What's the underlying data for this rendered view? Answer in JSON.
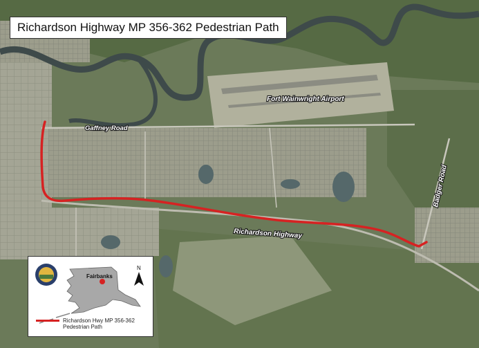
{
  "title": "Richardson Highway MP 356-362 Pedestrian Path",
  "labels": {
    "airport": "Fort Wainwright Airport",
    "gaffney": "Gaffney Road",
    "richardson": "Richardson Highway",
    "badger": "Badger Road"
  },
  "inset": {
    "city_label": "Fairbanks",
    "north_letter": "N",
    "legend_label_line1": "Richardson Hwy MP 356-362",
    "legend_label_line2": "Pedestrian Path"
  },
  "colors": {
    "path": "#d62222",
    "river": "#3e4a4a",
    "vegetation": "#566a44",
    "urban": "#9ea08f",
    "alaska_fill": "#a8a8a8"
  }
}
